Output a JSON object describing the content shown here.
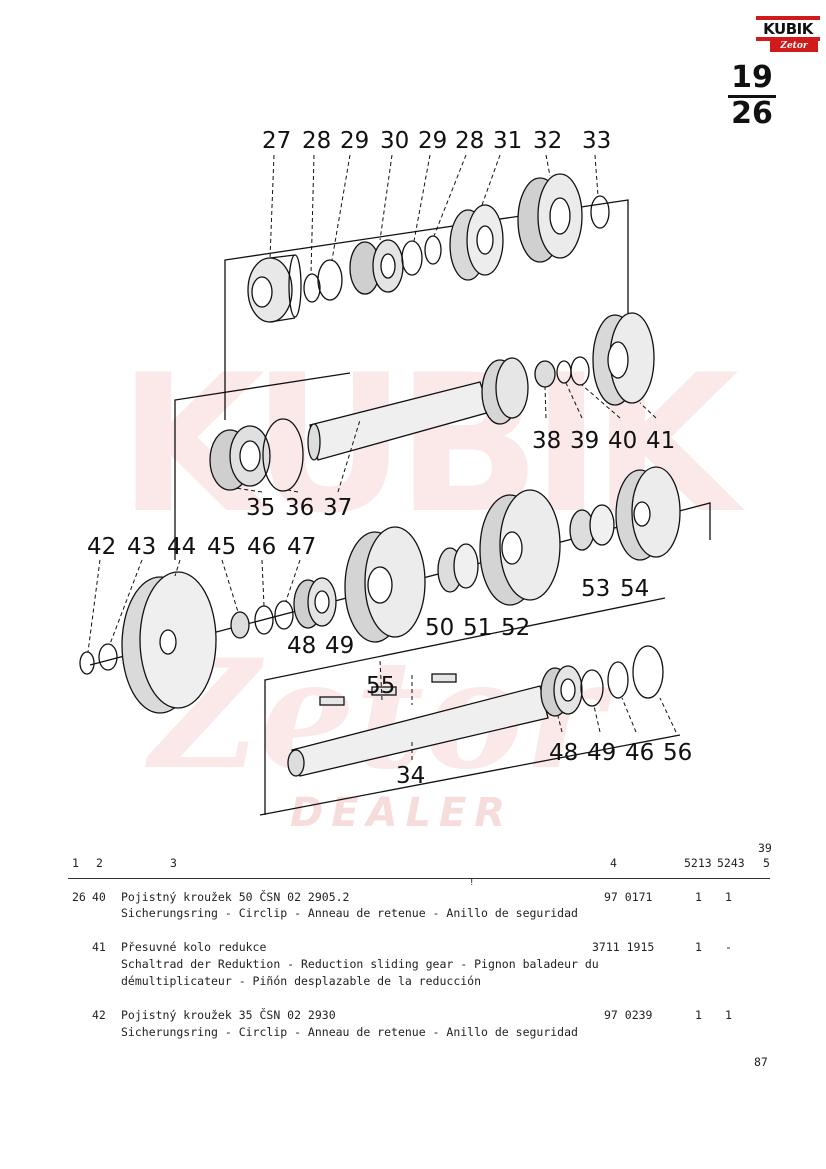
{
  "logo": {
    "name": "KUBIK",
    "brand": "Zetor",
    "tag": "DEALER"
  },
  "page_code": {
    "top": "19",
    "bottom": "26"
  },
  "watermark": {
    "top": "KUBIK",
    "mid": "Zetor",
    "bottom": "DEALER"
  },
  "callouts": {
    "row1": [
      "27",
      "28",
      "29",
      "30",
      "29",
      "28",
      "31",
      "32",
      "33"
    ],
    "row2_right": [
      "38",
      "39",
      "40",
      "41"
    ],
    "row2_bottom": [
      "35",
      "36",
      "37"
    ],
    "row3_top": [
      "42",
      "43",
      "44",
      "45",
      "46",
      "47"
    ],
    "row3_bottom": [
      "48",
      "49",
      "50",
      "51",
      "52"
    ],
    "row3_right": [
      "53",
      "54"
    ],
    "row4_top": "55",
    "row4_right": [
      "48",
      "49",
      "46",
      "56"
    ],
    "row4_bottom": "34"
  },
  "table": {
    "headers": {
      "c1": "1",
      "c2": "2",
      "c3": "3",
      "c4": "4",
      "c5213": "5213",
      "c5243": "5243",
      "c39": "39",
      "c5": "5"
    },
    "stray_mark": "!",
    "rows": [
      {
        "col1": "26",
        "col2": "40",
        "line1": "Pojistný kroužek 50 ČSN 02 2905.2",
        "line2": "Sicherungsring - Circlip - Anneau de retenue - Anillo de seguridad",
        "line3": "",
        "part": "97 0171",
        "q5213": "1",
        "q5243": "1"
      },
      {
        "col1": "",
        "col2": "41",
        "line1": "Přesuvné kolo redukce",
        "line2": "Schaltrad der Reduktion - Reduction sliding gear - Pignon baladeur du",
        "line3": "démultiplicateur - Piñón desplazable de la reducción",
        "part": "3711 1915",
        "q5213": "1",
        "q5243": "-"
      },
      {
        "col1": "",
        "col2": "42",
        "line1": "Pojistný kroužek 35 ČSN 02 2930",
        "line2": "Sicherungsring - Circlip - Anneau de retenue - Anillo de seguridad",
        "line3": "",
        "part": "97 0239",
        "q5213": "1",
        "q5243": "1"
      }
    ]
  },
  "page_number": "87"
}
